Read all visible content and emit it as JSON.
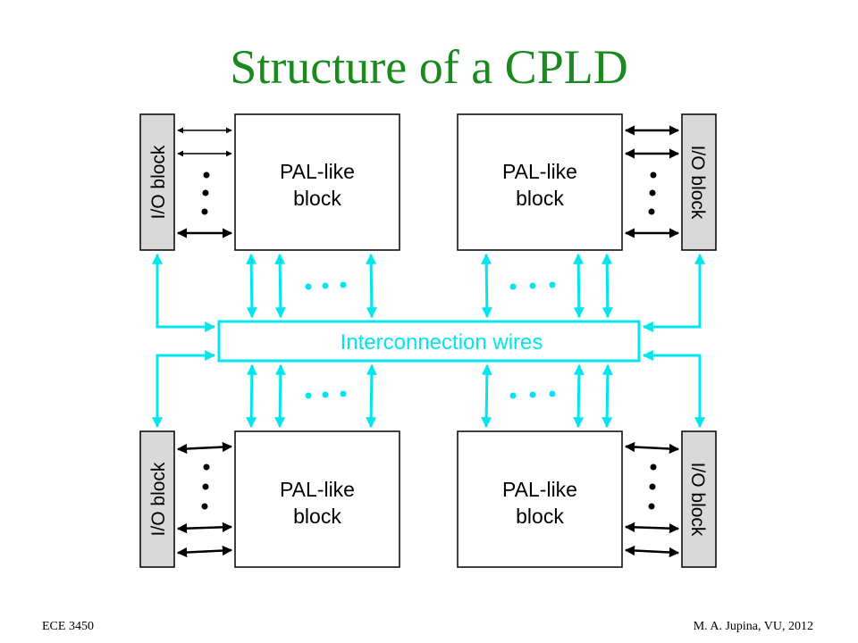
{
  "title": "Structure of a CPLD",
  "pal_blocks": [
    {
      "line1": "PAL-like",
      "line2": "block"
    },
    {
      "line1": "PAL-like",
      "line2": "block"
    },
    {
      "line1": "PAL-like",
      "line2": "block"
    },
    {
      "line1": "PAL-like",
      "line2": "block"
    }
  ],
  "io_blocks": [
    "I/O block",
    "I/O block",
    "I/O block",
    "I/O block"
  ],
  "interconnect_label": "Interconnection wires",
  "footer": {
    "left": "ECE 3450",
    "right": "M. A. Jupina, VU, 2012"
  },
  "colors": {
    "title": "#188a1e",
    "wire": "#00e5ee",
    "io_fill": "#d9d9d9",
    "black": "#000000"
  }
}
